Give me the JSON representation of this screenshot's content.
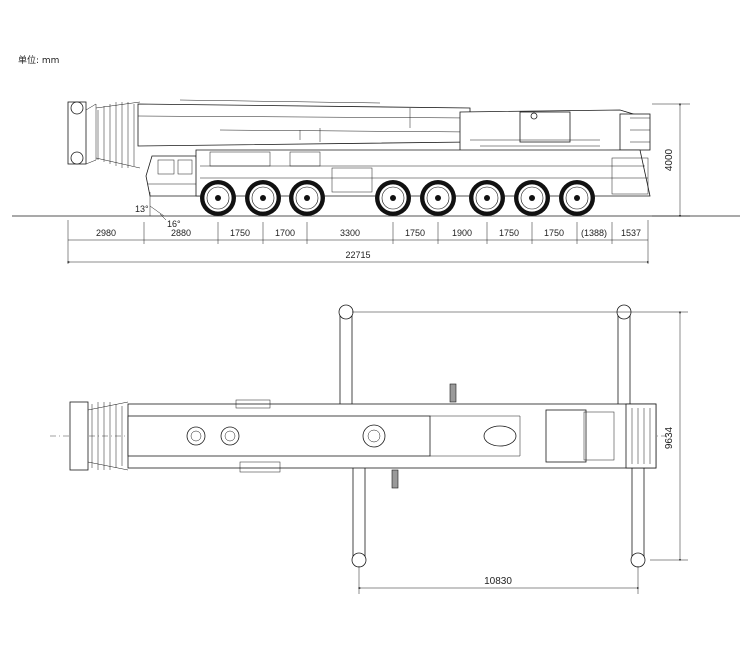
{
  "unit_label": "单位: mm",
  "side_view": {
    "segment_labels": [
      "2980",
      "2880",
      "1750",
      "1700",
      "3300",
      "1750",
      "1900",
      "1750",
      "1750",
      "(1388)",
      "1537"
    ],
    "total_length": "22715",
    "height": "4000",
    "approach_angle": "13°",
    "departure_angle": "16°"
  },
  "top_view": {
    "outrigger_width": "9634",
    "outrigger_length": "10830"
  }
}
